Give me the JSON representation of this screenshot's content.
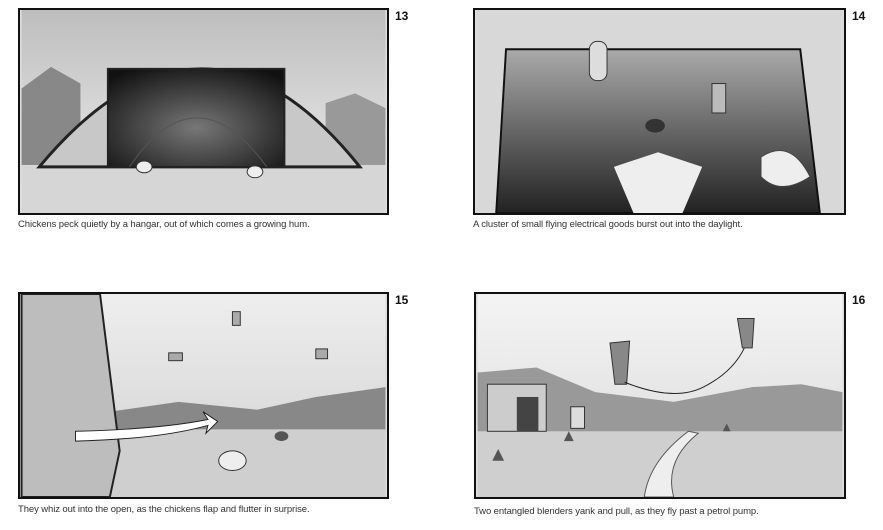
{
  "panels": [
    {
      "number": "13",
      "caption": "Chickens peck quietly by a hangar, out of which comes a growing hum."
    },
    {
      "number": "14",
      "caption": "A cluster of small flying electrical goods burst out into the daylight."
    },
    {
      "number": "15",
      "caption": "They whiz out into the open, as the chickens flap and flutter in surprise."
    },
    {
      "number": "16",
      "caption": "Two entangled blenders yank and pull, as they fly past a petrol pump."
    }
  ]
}
